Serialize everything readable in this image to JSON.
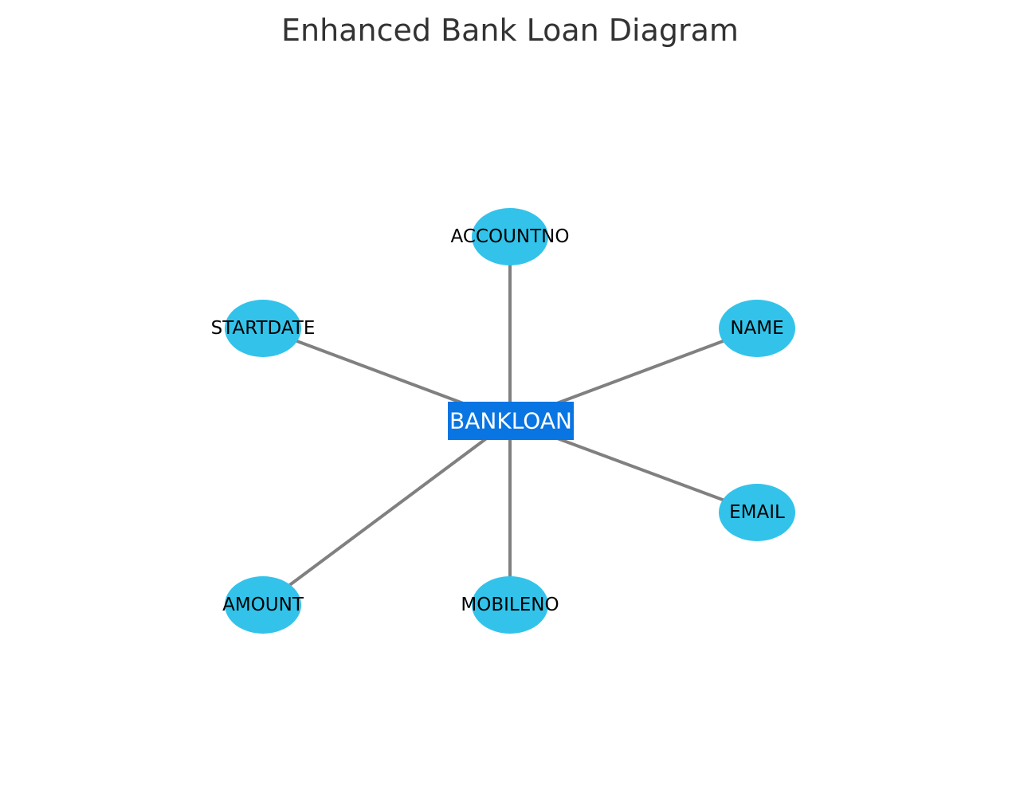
{
  "title": "Enhanced Bank Loan Diagram",
  "colors": {
    "entity": "#0875e3",
    "entity_text": "#ffffff",
    "attribute": "#33c3ea",
    "attribute_text": "#000000",
    "edge": "#808080",
    "title_text": "#333333"
  },
  "entity": {
    "id": "bankloan",
    "label": "BANKLOAN"
  },
  "attributes": [
    {
      "id": "accountno",
      "label": "ACCOUNTNO"
    },
    {
      "id": "name",
      "label": "NAME"
    },
    {
      "id": "email",
      "label": "EMAIL"
    },
    {
      "id": "mobileno",
      "label": "MOBILENO"
    },
    {
      "id": "amount",
      "label": "AMOUNT"
    },
    {
      "id": "startdate",
      "label": "STARTDATE"
    }
  ],
  "edges": [
    {
      "from": "bankloan",
      "to": "accountno"
    },
    {
      "from": "bankloan",
      "to": "name"
    },
    {
      "from": "bankloan",
      "to": "email"
    },
    {
      "from": "bankloan",
      "to": "mobileno"
    },
    {
      "from": "bankloan",
      "to": "amount"
    },
    {
      "from": "bankloan",
      "to": "startdate"
    }
  ]
}
